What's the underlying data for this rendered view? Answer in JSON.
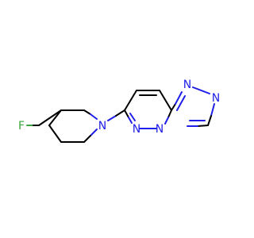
{
  "molecule": {
    "atoms": {
      "fluorine": "F",
      "piperidine_n": "N",
      "pyridazine_n1": "N",
      "pyridazine_n2": "N",
      "triazole_n3": "N",
      "triazole_n4": "N"
    },
    "colors": {
      "bond": "#000000",
      "nitrogen": "#1f1fe8",
      "fluorine": "#3aa43a",
      "background": "#ffffff"
    }
  }
}
